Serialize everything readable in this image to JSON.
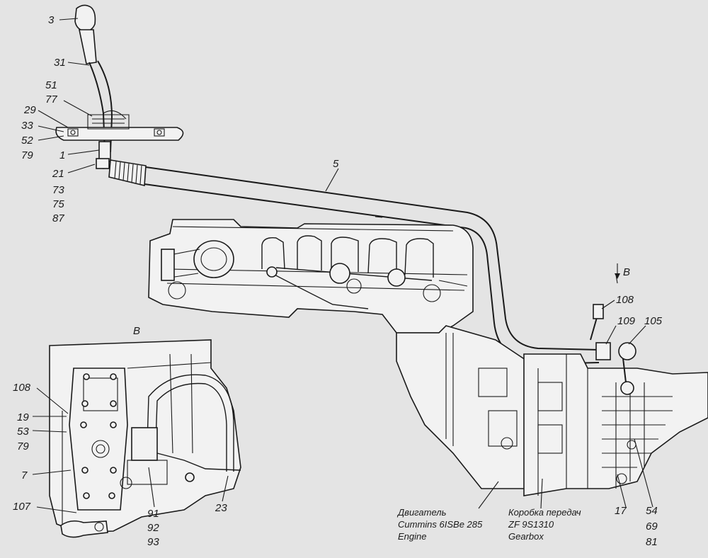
{
  "labels": {
    "l3": "3",
    "l31": "31",
    "l51": "51",
    "l77": "77",
    "l29": "29",
    "l33": "33",
    "l52": "52",
    "l79a": "79",
    "l1": "1",
    "l21": "21",
    "l73": "73",
    "l75": "75",
    "l87": "87",
    "l5": "5",
    "lB": "B",
    "l108a": "108",
    "l109": "109",
    "l105": "105",
    "viewB": "B",
    "l108b": "108",
    "l19": "19",
    "l53": "53",
    "l79b": "79",
    "l7": "7",
    "l107": "107",
    "l91": "91",
    "l92": "92",
    "l93": "93",
    "l23": "23",
    "l17": "17",
    "l54": "54",
    "l69": "69",
    "l81": "81"
  },
  "captions": {
    "engine": [
      "Двигатель",
      "Cummins 6ISBe 285",
      "Engine"
    ],
    "gearbox": [
      "Коробка передач",
      "ZF 9S1310",
      "Gearbox"
    ]
  }
}
